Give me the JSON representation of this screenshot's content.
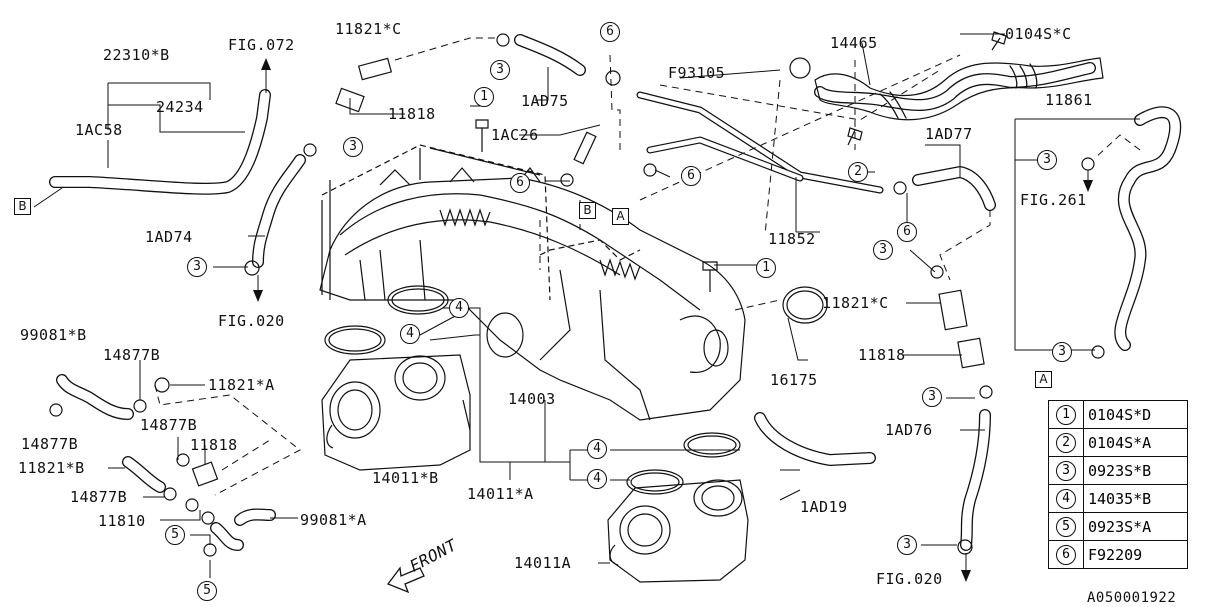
{
  "diagram_id": "A050001922",
  "front_label": "FRONT",
  "callouts": {
    "p_22310B": "22310*B",
    "p_FIG072": "FIG.072",
    "p_24234": "24234",
    "p_1AC58": "1AC58",
    "p_11821C_top": "11821*C",
    "p_11818_top": "11818",
    "p_1AD75": "1AD75",
    "p_1AC26": "1AC26",
    "p_14465": "14465",
    "p_0104SC": "0104S*C",
    "p_F93105": "F93105",
    "p_11861": "11861",
    "p_1AD77": "1AD77",
    "p_FIG261": "FIG.261",
    "p_11852": "11852",
    "p_1AD74": "1AD74",
    "p_FIG020_left": "FIG.020",
    "p_11821C_right": "11821*C",
    "p_11818_right": "11818",
    "p_16175": "16175",
    "p_14003": "14003",
    "p_99081B": "99081*B",
    "p_14877B_a": "14877B",
    "p_11821A": "11821*A",
    "p_14877B_b": "14877B",
    "p_14877B_c": "14877B",
    "p_11818_left": "11818",
    "p_11821B": "11821*B",
    "p_14877B_d": "14877B",
    "p_14011B": "14011*B",
    "p_14011A_star": "14011*A",
    "p_11810": "11810",
    "p_99081A": "99081*A",
    "p_1AD76": "1AD76",
    "p_1AD19": "1AD19",
    "p_14011A": "14011A",
    "p_FIG020_right": "FIG.020"
  },
  "ref_markers": [
    {
      "num": "1"
    },
    {
      "num": "1"
    },
    {
      "num": "2"
    },
    {
      "num": "3"
    },
    {
      "num": "3"
    },
    {
      "num": "3"
    },
    {
      "num": "3"
    },
    {
      "num": "3"
    },
    {
      "num": "3"
    },
    {
      "num": "3"
    },
    {
      "num": "3"
    },
    {
      "num": "4"
    },
    {
      "num": "4"
    },
    {
      "num": "4"
    },
    {
      "num": "4"
    },
    {
      "num": "5"
    },
    {
      "num": "5"
    },
    {
      "num": "6"
    },
    {
      "num": "6"
    },
    {
      "num": "6"
    },
    {
      "num": "6"
    }
  ],
  "connector_tags": [
    {
      "tag": "B"
    },
    {
      "tag": "B"
    },
    {
      "tag": "A"
    },
    {
      "tag": "A"
    }
  ],
  "legend": [
    {
      "num": "1",
      "part": "0104S*D"
    },
    {
      "num": "2",
      "part": "0104S*A"
    },
    {
      "num": "3",
      "part": "0923S*B"
    },
    {
      "num": "4",
      "part": "14035*B"
    },
    {
      "num": "5",
      "part": "0923S*A"
    },
    {
      "num": "6",
      "part": "F92209"
    }
  ]
}
